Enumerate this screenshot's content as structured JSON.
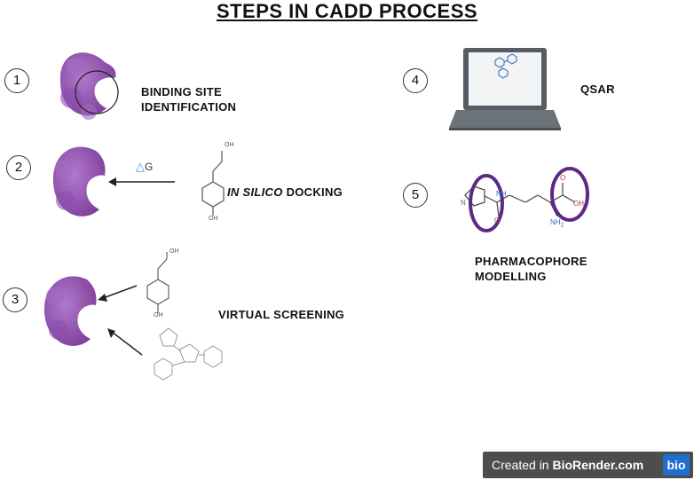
{
  "title": "STEPS IN CADD PROCESS",
  "steps": [
    {
      "number": "1",
      "label_line1": "BINDING SITE",
      "label_line2": "IDENTIFICATION"
    },
    {
      "number": "2",
      "label_italic": "IN SILICO",
      "label_rest": " DOCKING",
      "energy_label": "G"
    },
    {
      "number": "3",
      "label": "VIRTUAL SCREENING"
    },
    {
      "number": "4",
      "label": "QSAR"
    },
    {
      "number": "5",
      "label_line1": "PHARMACOPHORE",
      "label_line2": "MODELLING"
    }
  ],
  "molecule_labels": {
    "oh": "OH",
    "o": "O",
    "n": "N",
    "h": "H",
    "nh2": "NH",
    "nh2_sub": "2"
  },
  "colors": {
    "protein": "#9b59b6",
    "protein_dark": "#7d3c98",
    "pharmacophore_ring": "#5b2a86",
    "laptop": "#555c63"
  },
  "badge": {
    "prefix": "Created in ",
    "brand": "BioRender.com",
    "logo": "bio"
  }
}
